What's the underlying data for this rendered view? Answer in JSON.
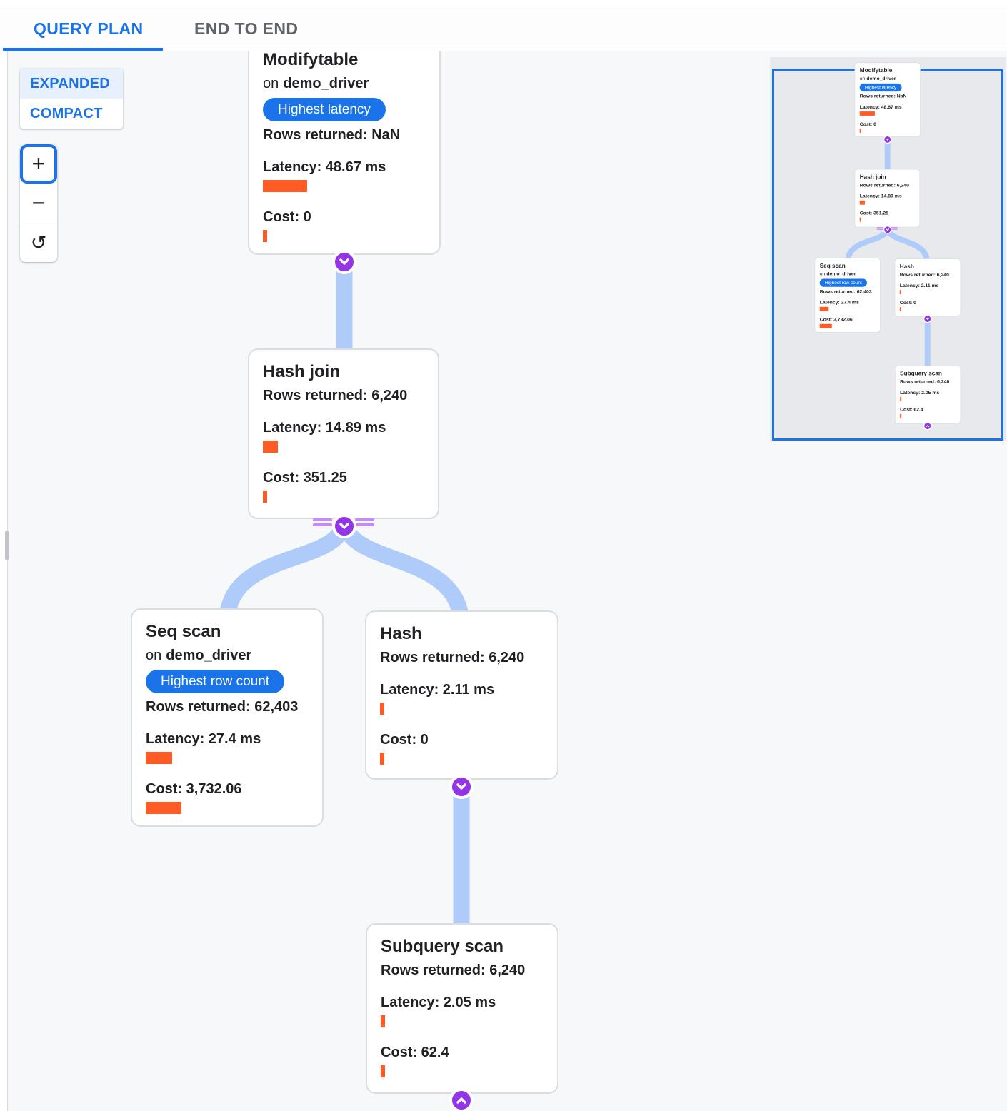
{
  "header": {
    "tabs": [
      {
        "label": "QUERY PLAN",
        "active": true
      },
      {
        "label": "END TO END",
        "active": false
      }
    ]
  },
  "controls": {
    "expanded_label": "EXPANDED",
    "compact_label": "COMPACT",
    "zoom_in_label": "+",
    "zoom_out_label": "−",
    "reset_label": "↺"
  },
  "labels": {
    "on": "on"
  },
  "nodes": {
    "modifytable": {
      "title": "Modifytable",
      "table": "demo_driver",
      "badge": "Highest latency",
      "rows_returned": "Rows returned: NaN",
      "latency": "Latency: 48.67 ms",
      "cost": "Cost: 0"
    },
    "hash_join": {
      "title": "Hash join",
      "rows_returned": "Rows returned: 6,240",
      "latency": "Latency: 14.89 ms",
      "cost": "Cost: 351.25"
    },
    "seq_scan": {
      "title": "Seq scan",
      "table": "demo_driver",
      "badge": "Highest row count",
      "rows_returned": "Rows returned: 62,403",
      "latency": "Latency: 27.4 ms",
      "cost": "Cost: 3,732.06"
    },
    "hash": {
      "title": "Hash",
      "rows_returned": "Rows returned: 6,240",
      "latency": "Latency: 2.11 ms",
      "cost": "Cost: 0"
    },
    "subquery_scan": {
      "title": "Subquery scan",
      "rows_returned": "Rows returned: 6,240",
      "latency": "Latency: 2.05 ms",
      "cost": "Cost: 62.4"
    }
  },
  "colors": {
    "accent_blue": "#1a73e8",
    "tab_inactive_gray": "#5f6368",
    "edge_blue": "#aecbfa",
    "connector_purple": "#9334e6",
    "connector_lines_purple": "#c58af9",
    "metric_bar_orange": "#ff5b24",
    "card_border_gray": "#dadce0",
    "canvas_bg": "#f7f8fa",
    "minimap_bg": "#e7e9ec",
    "badge_bg": "#1a73e8"
  }
}
